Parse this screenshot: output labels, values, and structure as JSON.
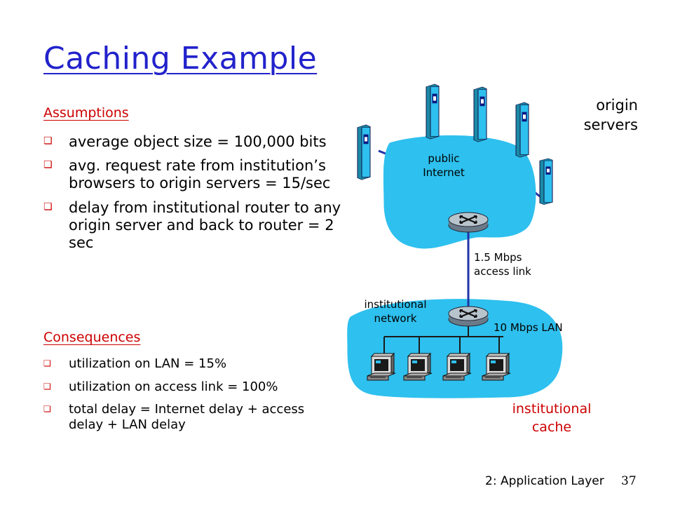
{
  "title": "Caching Example",
  "assumptions": {
    "heading": "Assumptions",
    "items": [
      "average object size = 100,000 bits",
      "avg. request rate from institution’s browsers to origin servers = 15/sec",
      "delay from institutional router to any origin server and back to router  = 2 sec"
    ]
  },
  "consequences": {
    "heading": "Consequences",
    "items": [
      "utilization on LAN = 15%",
      "utilization on access link = 100%",
      "total delay   = Internet delay + access delay + LAN delay"
    ]
  },
  "diagram": {
    "origin_servers": "origin servers",
    "public_internet": "public Internet",
    "access_link": "1.5 Mbps access link",
    "institutional_network": "institutional network",
    "lan": "10 Mbps LAN",
    "institutional_cache": "institutional cache",
    "colors": {
      "cloud": "#2ec0ee",
      "server": "#2ec0ee",
      "link": "#2233aa",
      "cache_label": "#cc0000"
    }
  },
  "footer": {
    "chapter": "2: Application Layer",
    "page": "37"
  }
}
